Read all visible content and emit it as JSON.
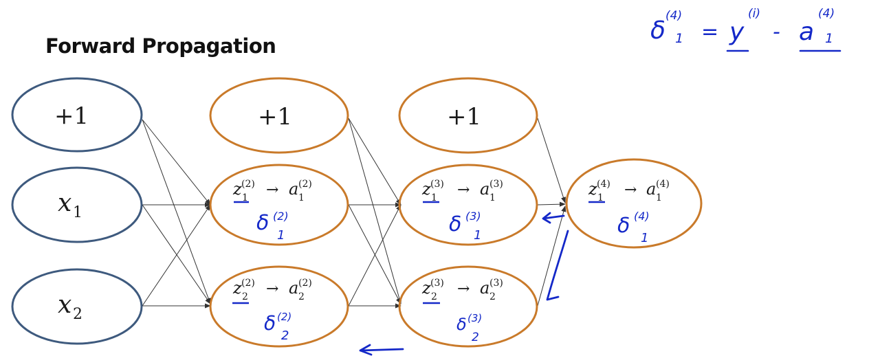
{
  "title": "Forward Propagation",
  "colors": {
    "input_node_stroke": "#3e5a7e",
    "hidden_node_stroke": "#c97a2a",
    "edge": "#333333",
    "ink": "#1428c8",
    "text": "#1a1a1a"
  },
  "layer1": {
    "bias": "+1",
    "x1": {
      "base": "x",
      "sub": "1"
    },
    "x2": {
      "base": "x",
      "sub": "2"
    }
  },
  "layer2": {
    "bias": "+1",
    "unit1": {
      "z": "z",
      "a": "a",
      "sub": "1",
      "sup": "(2)",
      "arrow": "→",
      "delta": "δ",
      "delta_sup": "(2)",
      "delta_sub": "1"
    },
    "unit2": {
      "z": "z",
      "a": "a",
      "sub": "2",
      "sup": "(2)",
      "arrow": "→",
      "delta": "δ",
      "delta_sup": "(2)",
      "delta_sub": "2"
    }
  },
  "layer3": {
    "bias": "+1",
    "unit1": {
      "z": "z",
      "a": "a",
      "sub": "1",
      "sup": "(3)",
      "arrow": "→",
      "delta": "δ",
      "delta_sup": "(3)",
      "delta_sub": "1"
    },
    "unit2": {
      "z": "z",
      "a": "a",
      "sub": "2",
      "sup": "(3)",
      "arrow": "→",
      "delta": "δ",
      "delta_sup": "(3)",
      "delta_sub": "2"
    }
  },
  "layer4": {
    "unit1": {
      "z": "z",
      "a": "a",
      "sub": "1",
      "sup": "(4)",
      "arrow": "→",
      "delta": "δ",
      "delta_sup": "(4)",
      "delta_sub": "1"
    }
  },
  "formula": {
    "delta": "δ",
    "delta_sup": "(4)",
    "delta_sub": "1",
    "equals": "=",
    "y": "y",
    "y_sup": "(i)",
    "minus": "-",
    "a": "a",
    "a_sup": "(4)",
    "a_sub": "1"
  }
}
